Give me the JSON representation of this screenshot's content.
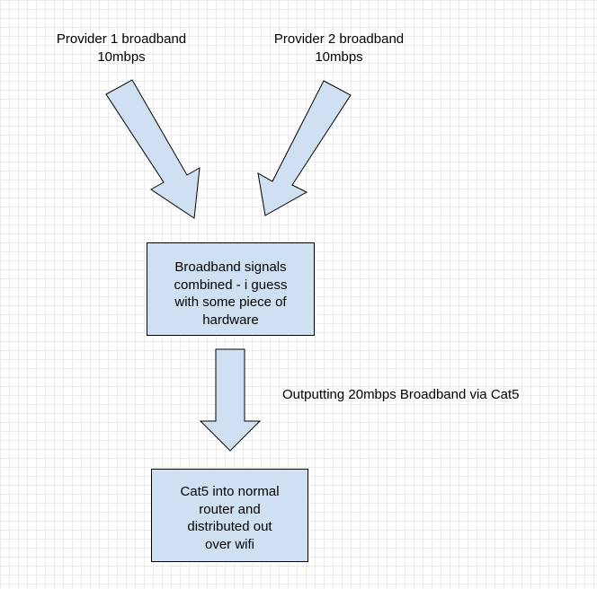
{
  "diagram": {
    "colors": {
      "node_fill": "#cfe0f3",
      "arrow_fill": "#cfe0f3",
      "stroke": "#000000",
      "grid": "#ebebeb"
    },
    "providers": [
      {
        "line1": "Provider 1 broadband",
        "line2": "10mbps"
      },
      {
        "line1": "Provider 2 broadband",
        "line2": "10mbps"
      }
    ],
    "combiner": {
      "lines": [
        "Broadband signals",
        "combined - i guess",
        "with some piece of",
        "hardware"
      ]
    },
    "output_label": "Outputting 20mbps Broadband via Cat5",
    "router": {
      "lines": [
        "Cat5 into normal",
        "router and",
        "distributed out",
        "over wifi"
      ]
    }
  }
}
